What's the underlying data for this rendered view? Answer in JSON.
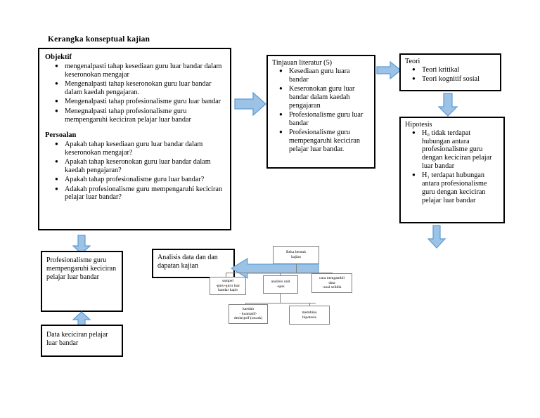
{
  "page": {
    "title": "Kerangka konseptual kajian",
    "accent_fill": "#9cc3e5",
    "accent_stroke": "#5b9bd5",
    "box_border": "#000000",
    "mini_border": "#7f7f7f"
  },
  "objektif_box": {
    "heading": "Objektif",
    "items": [
      "mengenalpasti tahap kesediaan guru luar bandar dalam  keseronokan  mengajar",
      "Mengenalpasti tahap keseronokan guru luar bandar dalam  kaedah  pengajaran.",
      "Mengenalpasti tahap profesionalisme guru luar bandar",
      "Menegnalpasti tahap profesionalisme guru mempengaruhi keciciran pelajar luar bandar"
    ],
    "heading2": "Persoalan",
    "items2": [
      "Apakah tahap kesediaan guru luar bandar dalam keseronokan mengajar?",
      "Apakah tahap keseronokan guru luar bandar dalam kaedah pengajaran?",
      "Apakah tahap profesionalisme guru luar bandar?",
      "Adakah profesionalisme guru mempengaruhi keciciran pelajar luar bandar?"
    ]
  },
  "tinjauan_box": {
    "heading": "Tinjauan literatur (5)",
    "items": [
      "Kesediaan guru luara bandar",
      "Keseronokan guru luar bandar dalam kaedah pengajaran",
      "Profesionalisme guru luar bandar",
      "Profesionalisme guru mempengaruhi keciciran pelajar luar bandar."
    ]
  },
  "teori_box": {
    "heading": "Teori",
    "items": [
      "Teori kritikal",
      "Teori kognitif sosial"
    ]
  },
  "hipotesis_box": {
    "heading": "Hipotesis",
    "items": [
      "H₀ tidak terdapat hubungan antara profesionalisme guru dengan keciciran pelajar luar bandar",
      "H₁ terdapat hubungan antara profesionalisme guru dengan keciciran pelajar luar bandar"
    ]
  },
  "profesionalisme_box": {
    "text": "Profesionalisme guru mempengaruhi keciciran pelajar luar bandar"
  },
  "data_box": {
    "text": "Data keciciran pelajar luar bandar"
  },
  "analisis_box": {
    "text": "Analisis data dan dan dapatan kajian"
  },
  "flow": {
    "reka_bentuk": {
      "line1": "Reka bentuk",
      "line2": "kajian"
    },
    "sampel": {
      "line1": "sampel",
      "line2": "-guru-guru luar",
      "line3": "bandar kapit"
    },
    "analisis_unit": {
      "line1": "analisis unit",
      "line2": "-spss"
    },
    "cara_data": {
      "line1": "cara mengambil",
      "line2": "data",
      "line3": "-soal selidik"
    },
    "kaedah": {
      "line1": "kaedah",
      "line2": "- kuantatif-",
      "line3": "deskriptif (rawak)"
    },
    "membina": {
      "line1": "membina",
      "line2": "hipotesis"
    }
  }
}
